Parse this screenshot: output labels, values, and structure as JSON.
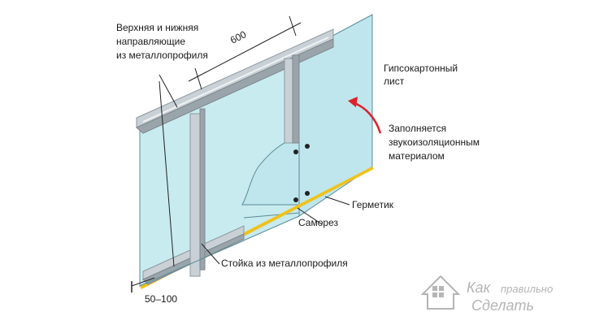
{
  "labels": {
    "guides_line1": "Верхняя и нижняя",
    "guides_line2": "направляющие",
    "guides_line3": "из металлопрофиля",
    "drywall_line1": "Гипсокартонный",
    "drywall_line2": "лист",
    "fill_line1": "Заполняется",
    "fill_line2": "звукоизоляционным",
    "fill_line3": "материалом",
    "sealant": "Герметик",
    "screw": "Саморез",
    "stud": "Стойка из металлопрофиля"
  },
  "dimensions": {
    "spacing": "600",
    "offset": "50–100"
  },
  "watermark": {
    "line1_a": "Как",
    "line1_b": "правильно",
    "line2": "Сделать"
  },
  "colors": {
    "drywall": "#bfe6ec",
    "drywall_edge": "#5a8c96",
    "metal": "#c9d1d6",
    "metal_dark": "#8c979e",
    "sealant": "#f0c21a",
    "arrow": "#e0202a"
  }
}
